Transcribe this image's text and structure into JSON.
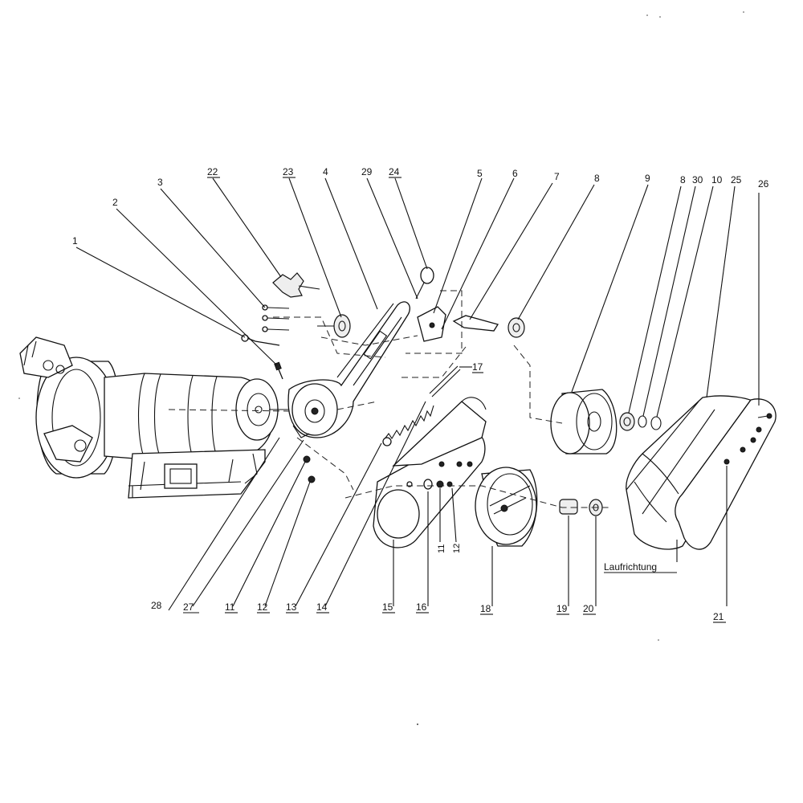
{
  "callouts": {
    "c1": "1",
    "c2": "2",
    "c3": "3",
    "c22": "22",
    "c23": "23",
    "c4": "4",
    "c29": "29",
    "c24": "24",
    "c5": "5",
    "c6": "6",
    "c7": "7",
    "c8a": "8",
    "c9": "9",
    "c8b": "8",
    "c30": "30",
    "c10": "10",
    "c25": "25",
    "c26": "26",
    "c17": "17",
    "c28": "28",
    "c27": "27",
    "c11a": "11",
    "c12a": "12",
    "c13": "13",
    "c14": "14",
    "c15": "15",
    "c16": "16",
    "c11b": "11",
    "c12b": "12",
    "c18": "18",
    "c19": "19",
    "c20": "20",
    "c21": "21"
  },
  "annotation": "Laufrichtung"
}
